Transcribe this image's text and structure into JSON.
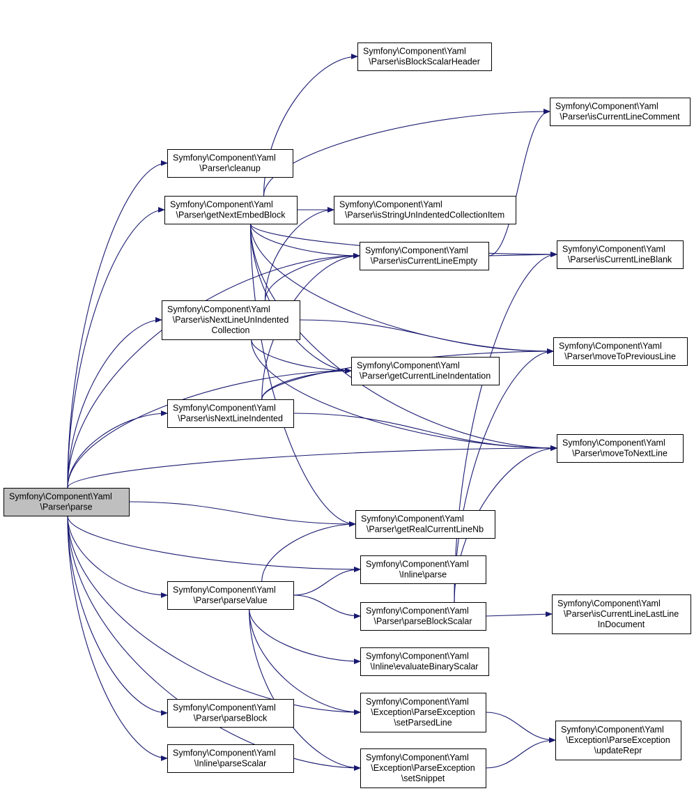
{
  "colors": {
    "edge": "#191970",
    "node_border": "#000000",
    "node_fill": "#ffffff",
    "root_fill": "#bfbfbf",
    "text": "#000000"
  },
  "nodes": [
    {
      "id": "parse",
      "lines": [
        "Symfony\\Component\\Yaml",
        "\\Parser\\parse"
      ],
      "root": true
    },
    {
      "id": "cleanup",
      "lines": [
        "Symfony\\Component\\Yaml",
        "\\Parser\\cleanup"
      ]
    },
    {
      "id": "getNextEmbedBlock",
      "lines": [
        "Symfony\\Component\\Yaml",
        "\\Parser\\getNextEmbedBlock"
      ]
    },
    {
      "id": "isNextLineUnIndentedCollection",
      "lines": [
        "Symfony\\Component\\Yaml",
        "\\Parser\\isNextLineUnIndented",
        "Collection"
      ]
    },
    {
      "id": "isNextLineIndented",
      "lines": [
        "Symfony\\Component\\Yaml",
        "\\Parser\\isNextLineIndented"
      ]
    },
    {
      "id": "parseValue",
      "lines": [
        "Symfony\\Component\\Yaml",
        "\\Parser\\parseValue"
      ]
    },
    {
      "id": "parseBlock",
      "lines": [
        "Symfony\\Component\\Yaml",
        "\\Parser\\parseBlock"
      ]
    },
    {
      "id": "inlineParseScalar",
      "lines": [
        "Symfony\\Component\\Yaml",
        "\\Inline\\parseScalar"
      ]
    },
    {
      "id": "isBlockScalarHeader",
      "lines": [
        "Symfony\\Component\\Yaml",
        "\\Parser\\isBlockScalarHeader"
      ]
    },
    {
      "id": "isStringUnIndentedCollectionItem",
      "lines": [
        "Symfony\\Component\\Yaml",
        "\\Parser\\isStringUnIndentedCollectionItem"
      ]
    },
    {
      "id": "isCurrentLineEmpty",
      "lines": [
        "Symfony\\Component\\Yaml",
        "\\Parser\\isCurrentLineEmpty"
      ]
    },
    {
      "id": "getCurrentLineIndentation",
      "lines": [
        "Symfony\\Component\\Yaml",
        "\\Parser\\getCurrentLineIndentation"
      ]
    },
    {
      "id": "getRealCurrentLineNb",
      "lines": [
        "Symfony\\Component\\Yaml",
        "\\Parser\\getRealCurrentLineNb"
      ]
    },
    {
      "id": "inlineParse",
      "lines": [
        "Symfony\\Component\\Yaml",
        "\\Inline\\parse"
      ]
    },
    {
      "id": "parseBlockScalar",
      "lines": [
        "Symfony\\Component\\Yaml",
        "\\Parser\\parseBlockScalar"
      ]
    },
    {
      "id": "evaluateBinaryScalar",
      "lines": [
        "Symfony\\Component\\Yaml",
        "\\Inline\\evaluateBinaryScalar"
      ]
    },
    {
      "id": "setParsedLine",
      "lines": [
        "Symfony\\Component\\Yaml",
        "\\Exception\\ParseException",
        "\\setParsedLine"
      ]
    },
    {
      "id": "setSnippet",
      "lines": [
        "Symfony\\Component\\Yaml",
        "\\Exception\\ParseException",
        "\\setSnippet"
      ]
    },
    {
      "id": "isCurrentLineComment",
      "lines": [
        "Symfony\\Component\\Yaml",
        "\\Parser\\isCurrentLineComment"
      ]
    },
    {
      "id": "isCurrentLineBlank",
      "lines": [
        "Symfony\\Component\\Yaml",
        "\\Parser\\isCurrentLineBlank"
      ]
    },
    {
      "id": "moveToPreviousLine",
      "lines": [
        "Symfony\\Component\\Yaml",
        "\\Parser\\moveToPreviousLine"
      ]
    },
    {
      "id": "moveToNextLine",
      "lines": [
        "Symfony\\Component\\Yaml",
        "\\Parser\\moveToNextLine"
      ]
    },
    {
      "id": "isCurrentLineLastLineInDocument",
      "lines": [
        "Symfony\\Component\\Yaml",
        "\\Parser\\isCurrentLineLastLine",
        "InDocument"
      ]
    },
    {
      "id": "updateRepr",
      "lines": [
        "Symfony\\Component\\Yaml",
        "\\Exception\\ParseException",
        "\\updateRepr"
      ]
    }
  ],
  "edges": [
    {
      "from": "parse",
      "to": "cleanup"
    },
    {
      "from": "parse",
      "to": "getNextEmbedBlock"
    },
    {
      "from": "parse",
      "to": "isNextLineUnIndentedCollection"
    },
    {
      "from": "parse",
      "to": "isNextLineIndented"
    },
    {
      "from": "parse",
      "to": "parseValue"
    },
    {
      "from": "parse",
      "to": "parseBlock"
    },
    {
      "from": "parse",
      "to": "inlineParseScalar"
    },
    {
      "from": "parse",
      "to": "isCurrentLineEmpty"
    },
    {
      "from": "parse",
      "to": "getCurrentLineIndentation"
    },
    {
      "from": "parse",
      "to": "moveToNextLine"
    },
    {
      "from": "parse",
      "to": "getRealCurrentLineNb"
    },
    {
      "from": "parse",
      "to": "inlineParse"
    },
    {
      "from": "parse",
      "to": "setParsedLine"
    },
    {
      "from": "parse",
      "to": "setSnippet"
    },
    {
      "from": "getNextEmbedBlock",
      "to": "isBlockScalarHeader"
    },
    {
      "from": "getNextEmbedBlock",
      "to": "isCurrentLineComment"
    },
    {
      "from": "getNextEmbedBlock",
      "to": "isStringUnIndentedCollectionItem"
    },
    {
      "from": "getNextEmbedBlock",
      "to": "isCurrentLineEmpty"
    },
    {
      "from": "getNextEmbedBlock",
      "to": "isCurrentLineBlank"
    },
    {
      "from": "getNextEmbedBlock",
      "to": "moveToPreviousLine"
    },
    {
      "from": "getNextEmbedBlock",
      "to": "moveToNextLine"
    },
    {
      "from": "getNextEmbedBlock",
      "to": "getCurrentLineIndentation"
    },
    {
      "from": "getNextEmbedBlock",
      "to": "getRealCurrentLineNb"
    },
    {
      "from": "isNextLineUnIndentedCollection",
      "to": "isStringUnIndentedCollectionItem"
    },
    {
      "from": "isNextLineUnIndentedCollection",
      "to": "isCurrentLineEmpty"
    },
    {
      "from": "isNextLineUnIndentedCollection",
      "to": "getCurrentLineIndentation"
    },
    {
      "from": "isNextLineUnIndentedCollection",
      "to": "moveToPreviousLine"
    },
    {
      "from": "isNextLineUnIndentedCollection",
      "to": "moveToNextLine"
    },
    {
      "from": "isNextLineIndented",
      "to": "isCurrentLineEmpty"
    },
    {
      "from": "isNextLineIndented",
      "to": "getCurrentLineIndentation"
    },
    {
      "from": "isNextLineIndented",
      "to": "moveToPreviousLine"
    },
    {
      "from": "isNextLineIndented",
      "to": "moveToNextLine"
    },
    {
      "from": "isCurrentLineEmpty",
      "to": "isCurrentLineComment"
    },
    {
      "from": "isCurrentLineEmpty",
      "to": "isCurrentLineBlank"
    },
    {
      "from": "parseValue",
      "to": "getRealCurrentLineNb"
    },
    {
      "from": "parseValue",
      "to": "inlineParse"
    },
    {
      "from": "parseValue",
      "to": "parseBlockScalar"
    },
    {
      "from": "parseValue",
      "to": "evaluateBinaryScalar"
    },
    {
      "from": "parseValue",
      "to": "setParsedLine"
    },
    {
      "from": "parseValue",
      "to": "setSnippet"
    },
    {
      "from": "parseBlockScalar",
      "to": "isCurrentLineBlank"
    },
    {
      "from": "parseBlockScalar",
      "to": "moveToPreviousLine"
    },
    {
      "from": "parseBlockScalar",
      "to": "moveToNextLine"
    },
    {
      "from": "parseBlockScalar",
      "to": "isCurrentLineLastLineInDocument"
    },
    {
      "from": "setParsedLine",
      "to": "updateRepr"
    },
    {
      "from": "setSnippet",
      "to": "updateRepr"
    }
  ]
}
